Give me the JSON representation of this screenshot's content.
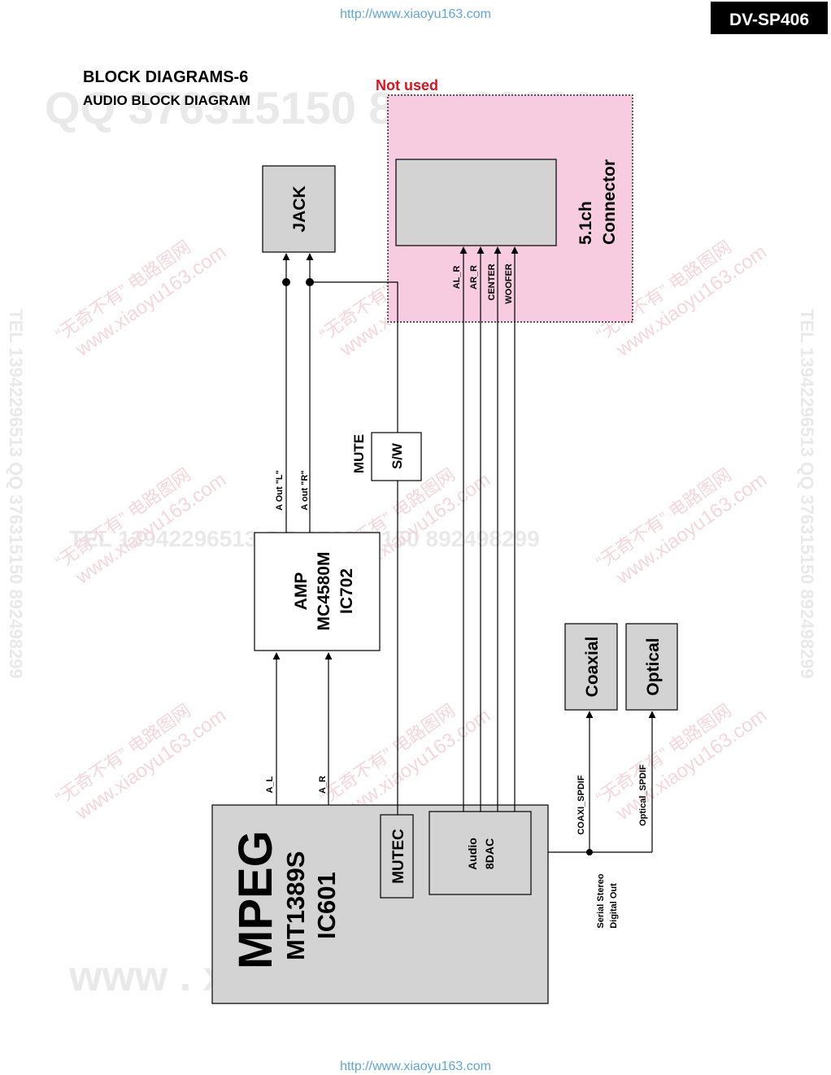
{
  "header": {
    "url_top": "http://www.xiaoyu163.com",
    "model": "DV-SP406",
    "url_bottom": "http://www.xiaoyu163.com"
  },
  "title": {
    "main": "BLOCK DIAGRAMS-6",
    "sub": "AUDIO BLOCK DIAGRAM"
  },
  "not_used_label": "Not used",
  "watermarks": {
    "qq": "QQ 376315150  892498299",
    "tel_qq": "TEL 13942296513  QQ 376315150  892498299",
    "tel_vertical": "TEL 13942296513  QQ 376315150  892498299",
    "site_cn": "“无奇不有” 电路图网",
    "site_url": "www.xiaoyu163.com",
    "site_big": "www . xiaoyu163 . com"
  },
  "blocks": {
    "jack": "JACK",
    "connector_line1": "5.1ch",
    "connector_line2": "Connector",
    "mute_label": "MUTE",
    "sw": "S/W",
    "amp_line1": "AMP",
    "amp_line2": "MC4580M",
    "amp_line3": "IC702",
    "coaxial": "Coaxial",
    "optical": "Optical",
    "mpeg_line1": "MPEG",
    "mpeg_line2": "MT1389S",
    "mpeg_line3": "IC601",
    "mutec": "MUTEC",
    "dac_line1": "Audio",
    "dac_line2": "8DAC"
  },
  "signals": {
    "a_out_l": "A Out \"L\"",
    "a_out_r": "A out \"R\"",
    "a_l": "A_L",
    "a_r": "A_R",
    "al_r": "AL_R",
    "ar_r": "AR_R",
    "center": "CENTER",
    "woofer": "WOOFER",
    "coaxi_spdif": "COAXI_SPDIF",
    "optical_spdif": "Optical_SPDIF",
    "serial_line1": "Serial Stereo",
    "serial_line2": "Digital Out"
  },
  "colors": {
    "not_used_fill": "#f7cbe0",
    "not_used_text": "#e0101c",
    "block_gray": "#d3d3d3",
    "model_badge": "#000000"
  }
}
